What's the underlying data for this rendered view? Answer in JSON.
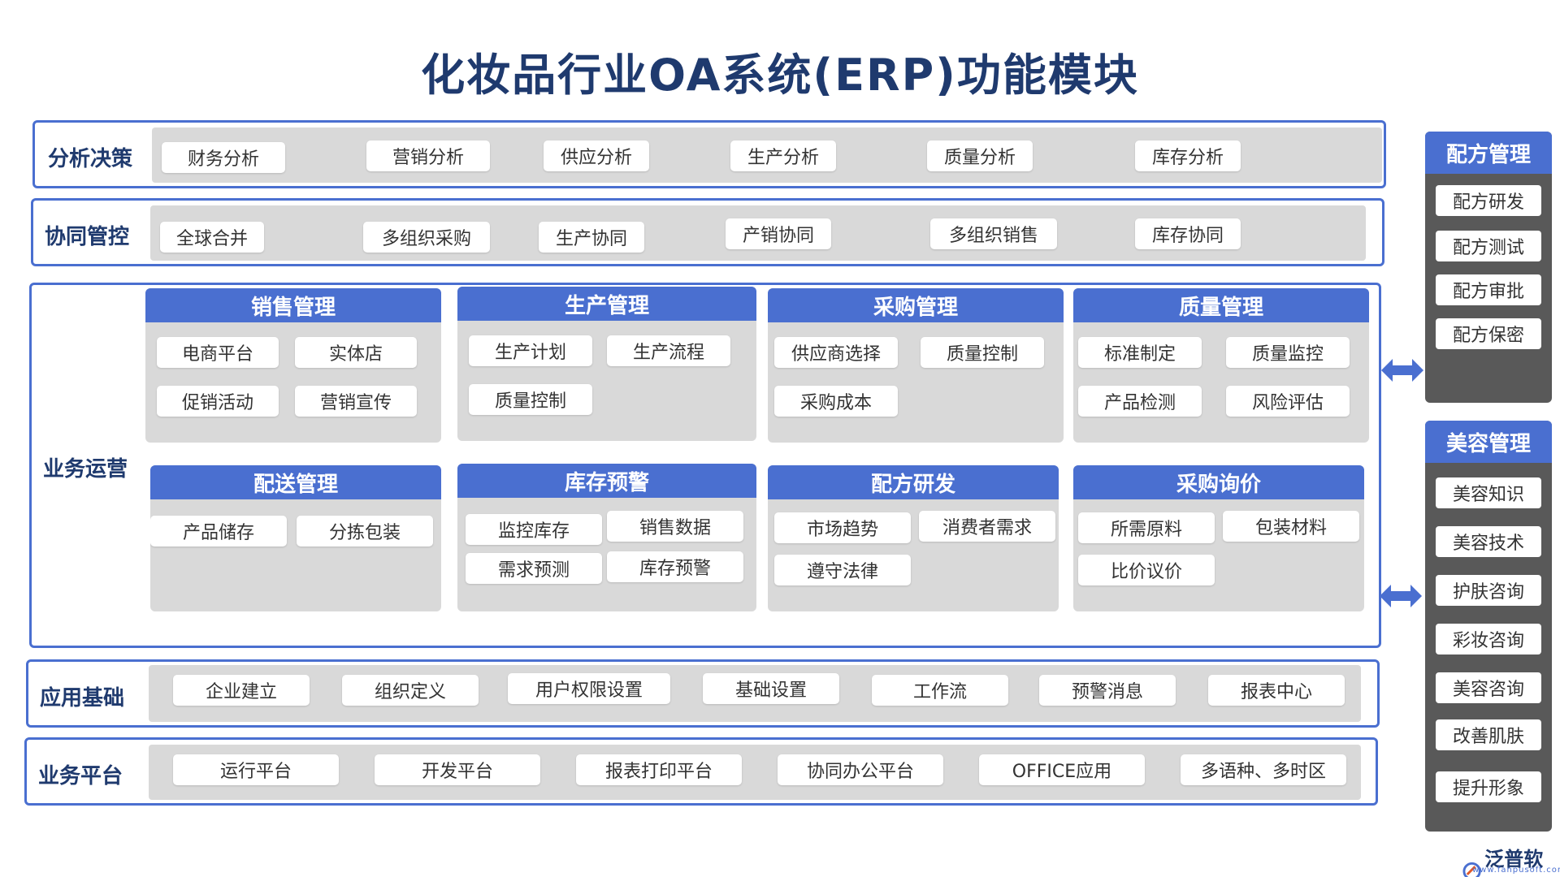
{
  "title": "化妆品行业OA系统(ERP)功能模块",
  "rows": {
    "analysis": {
      "label": "分析决策",
      "items": [
        "财务分析",
        "营销分析",
        "供应分析",
        "生产分析",
        "质量分析",
        "库存分析"
      ]
    },
    "collab": {
      "label": "协同管控",
      "items": [
        "全球合并",
        "多组织采购",
        "生产协同",
        "产销协同",
        "多组织销售",
        "库存协同"
      ]
    },
    "operations": {
      "label": "业务运营"
    },
    "foundation": {
      "label": "应用基础",
      "items": [
        "企业建立",
        "组织定义",
        "用户权限设置",
        "基础设置",
        "工作流",
        "预警消息",
        "报表中心"
      ]
    },
    "platform": {
      "label": "业务平台",
      "items": [
        "运行平台",
        "开发平台",
        "报表打印平台",
        "协同办公平台",
        "OFFICE应用",
        "多语种、多时区"
      ]
    }
  },
  "modules": [
    {
      "title": "销售管理",
      "items": [
        "电商平台",
        "实体店",
        "促销活动",
        "营销宣传"
      ]
    },
    {
      "title": "生产管理",
      "items": [
        "生产计划",
        "生产流程",
        "质量控制"
      ]
    },
    {
      "title": "采购管理",
      "items": [
        "供应商选择",
        "质量控制",
        "采购成本"
      ]
    },
    {
      "title": "质量管理",
      "items": [
        "标准制定",
        "质量监控",
        "产品检测",
        "风险评估"
      ]
    },
    {
      "title": "配送管理",
      "items": [
        "产品储存",
        "分拣包装"
      ]
    },
    {
      "title": "库存预警",
      "items": [
        "监控库存",
        "销售数据",
        "需求预测",
        "库存预警"
      ]
    },
    {
      "title": "配方研发",
      "items": [
        "市场趋势",
        "消费者需求",
        "遵守法律"
      ]
    },
    {
      "title": "采购询价",
      "items": [
        "所需原料",
        "包装材料",
        "比价议价"
      ]
    }
  ],
  "sidebar": [
    {
      "title": "配方管理",
      "items": [
        "配方研发",
        "配方测试",
        "配方审批",
        "配方保密"
      ]
    },
    {
      "title": "美容管理",
      "items": [
        "美容知识",
        "美容技术",
        "护肤咨询",
        "彩妆咨询",
        "美容咨询",
        "改善肌肤",
        "提升形象"
      ]
    }
  ],
  "logo": {
    "name": "泛普软件",
    "url": "www.fanpusoft.com"
  },
  "colors": {
    "primary": "#4a6fd0",
    "title": "#1f3a6e",
    "panel": "#d9d9d9",
    "sidebar": "#595959"
  }
}
